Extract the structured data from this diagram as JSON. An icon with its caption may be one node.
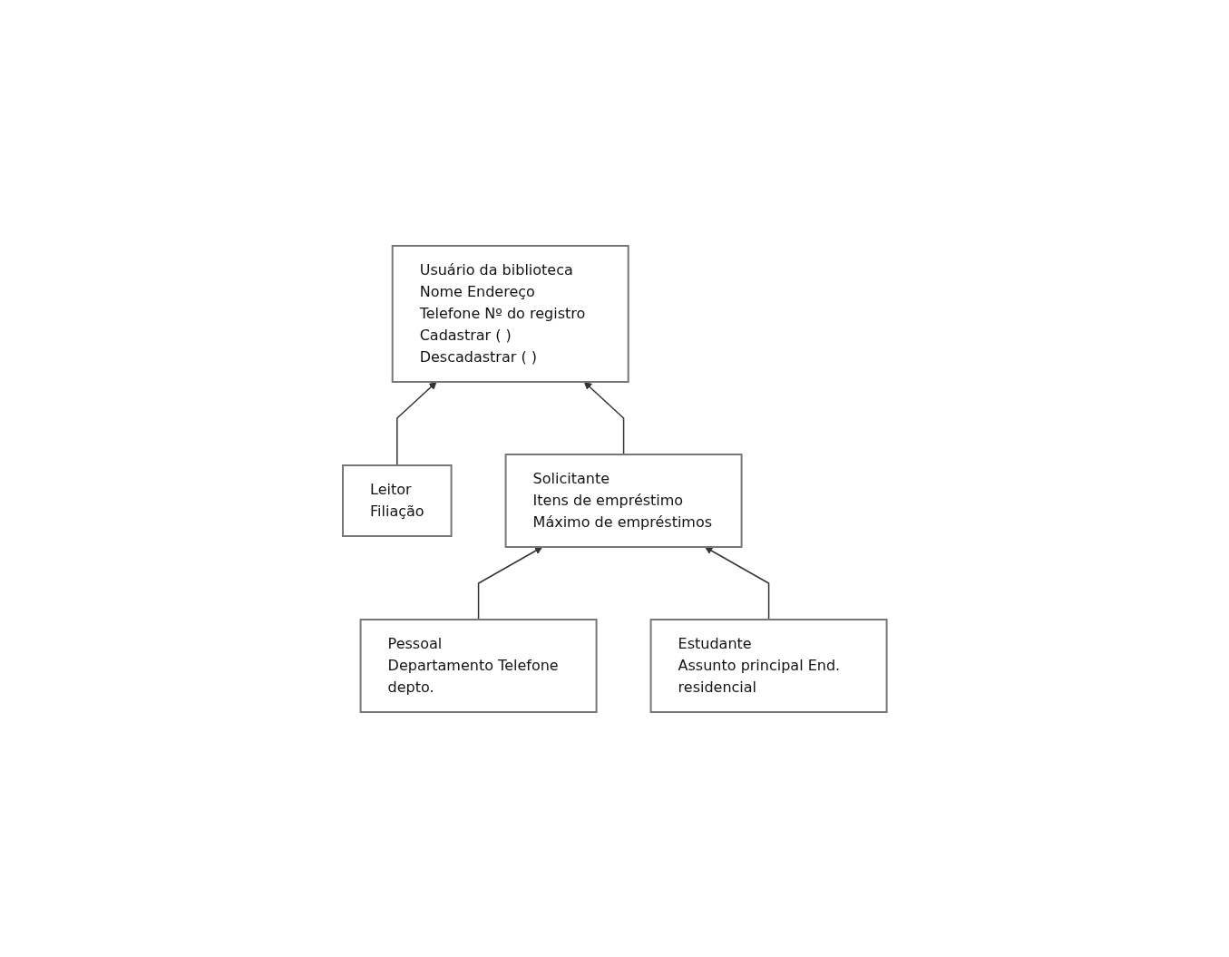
{
  "diagram": {
    "nodes": [
      {
        "text": [
          "Usuário da biblioteca",
          "Nome Endereço Telefone Nº do registro",
          "Cadastrar ( ) Descadastrar ( )"
        ]
      },
      {
        "text": [
          "Leitor",
          "Filiação"
        ]
      },
      {
        "text": [
          "Solicitante",
          "Itens de empréstimo Máximo de empréstimos"
        ]
      },
      {
        "text": [
          "Pessoal",
          "Departamento Telefone depto."
        ]
      },
      {
        "text": [
          "Estudante",
          "Assunto principal End. residencial"
        ]
      }
    ],
    "edges": [
      {
        "from": 1,
        "to": 0,
        "arrow": "to"
      },
      {
        "from": 2,
        "to": 0,
        "arrow": "to"
      },
      {
        "from": 3,
        "to": 2,
        "arrow": "to"
      },
      {
        "from": 4,
        "to": 2,
        "arrow": "to"
      }
    ]
  }
}
